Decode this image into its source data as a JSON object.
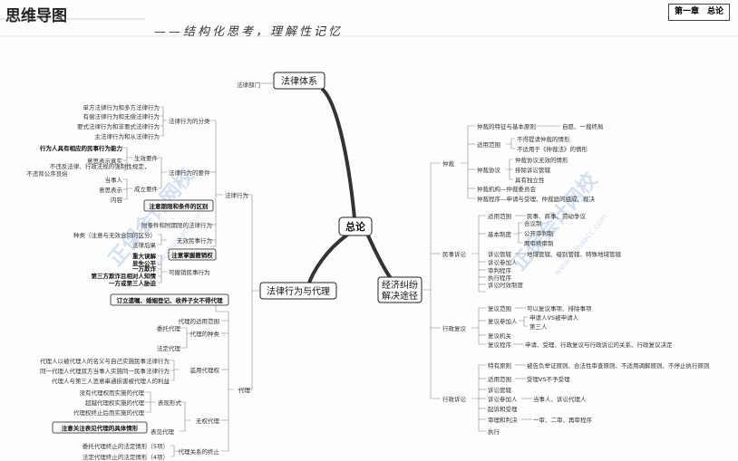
{
  "header": {
    "title": "思维导图",
    "slogan": "——结构化思考，理解性记忆",
    "chapter": "第一章　总论"
  },
  "watermark": {
    "left": "正保会计网校",
    "left_sub": "www.chinaacc.com",
    "right": "正保会计网校",
    "right_sub": "www.chinaacc.com"
  },
  "center": "总论",
  "branches": {
    "law_system": "法律体系",
    "law_act_agency": "法律行为与代理",
    "dispute": "经济纠纷\n解决途径"
  },
  "law_system_items": {
    "legal_dept": "法律部门"
  },
  "law_act": {
    "label": "法律行为",
    "classification": "法律行为的分类",
    "class_items": [
      "单方法律行为和多方法律行为",
      "有偿法律行为和无偿法律行为",
      "要式法律行为和非要式法律行为",
      "主法律行为和从法律行为"
    ],
    "elements": "法律行为的要件",
    "effective_conditions": "生效要件",
    "effective_items": [
      "行为人具有相应的民事行为能力",
      "意思表示真实",
      "不违反法律、行政法规的强制性规定，不违背公序良俗"
    ],
    "formation_conditions": "成立要件",
    "formation_items": [
      "当事人",
      "意思表示",
      "内容"
    ],
    "note_conditional": "注意期限和条件的区别",
    "conditional_act": "附条件和附期限的法律行为",
    "invalid_act": "无效民事行为",
    "invalid_types": "种类（注意与无效合同的区分）",
    "legal_consequence": "法律后果",
    "note_revocable": "注意掌握撤销权",
    "revocable_items": [
      "重大误解",
      "显失公平",
      "一方欺诈",
      "第三方欺诈且相对人知情",
      "一方或第三人胁迫"
    ],
    "revocable_act": "可撤销民事行为"
  },
  "agency": {
    "note_not_agency": "订立遗嘱、婚姻登记、收养子女不得代理",
    "scope": "代理的适用范围",
    "kinds": "代理的种类",
    "kind_items": [
      "委托代理",
      "法定代理"
    ],
    "label": "代理",
    "abuse": "滥用代理权",
    "abuse_items": [
      "代理人以被代理人的名义与自己实施民事法律行为",
      "同一代理人代理双方当事人实施同一民事法律行为",
      "代理人与第三人恶意串通损害被代理人的利益"
    ],
    "apparent_form": "表现形式",
    "apparent_form_items": [
      "没有代理权而实施的代理",
      "超越代理权实施的代理",
      "代理权终止后而实施的代理"
    ],
    "unauthorized": "无权代理",
    "note_apparent": "注意关注表见代理的具体情形",
    "apparent_agency": "表见代理",
    "termination": "代理关系的终止",
    "termination_items": [
      "委托代理终止的法定情形（5项）",
      "法定代理终止的法定情形（4项）"
    ]
  },
  "dispute_tree": {
    "arbitration": "仲裁",
    "arb_items": {
      "principles": "仲裁的特征与基本原则",
      "principles_detail": "自愿、一裁终局",
      "scope": "适用范围",
      "scope_items": [
        "不得提请仲裁的情形",
        "不适用于《仲裁法》的情形"
      ],
      "agreement": "仲裁协议",
      "agreement_items": [
        "仲裁协议无效的情形",
        "排除诉讼管辖",
        "具有独立性"
      ],
      "institution": "仲裁机构—仲裁委员会",
      "procedure": "仲裁程序—申请与受理、仲裁庭的组成、裁决"
    },
    "civil_litigation": "民事诉讼",
    "civ_items": {
      "scope": "适用范围",
      "scope_detail": "民事、商事、劳动争议",
      "system": "基本制度",
      "system_items": [
        "合议制",
        "公开审判制",
        "两审终审制"
      ],
      "jurisdiction": "诉讼管辖",
      "jurisdiction_detail": "地域管辖、级别管辖、特殊地域管辖",
      "participants": "诉讼参加人",
      "trial": "审判程序",
      "execution": "执行程序",
      "limitation": "诉讼时效制度"
    },
    "admin_review": "行政复议",
    "adm_items": {
      "scope": "复议范围",
      "scope_detail": "可以复议事项、排除事项",
      "participants": "复议参加人",
      "participant_items": [
        "申请人VS被申请人",
        "第三人"
      ],
      "body": "复议机关",
      "procedure": "复议程序",
      "procedure_detail": "申请、受理、行政复议与行政诉讼的关系、行政复议决定"
    },
    "admin_litigation": "行政诉讼",
    "adl_items": {
      "principles": "特有原则",
      "principles_detail": "被告负举证原则、合法性审查原则、不适用调解原则、不停止执行原则",
      "scope": "适用范围",
      "scope_detail": "受理VS不予受理",
      "jurisdiction": "诉讼管辖",
      "participants": "诉讼参加人",
      "participants_detail": "当事人、诉讼代理人",
      "filing": "起诉和受理",
      "trial": "审理和判决",
      "trial_detail": "一审、二审、再审程序",
      "execution": "执行"
    }
  },
  "colors": {
    "accent": "#1a1a1a",
    "line": "#888888",
    "highlight": "#f7f7f7"
  }
}
